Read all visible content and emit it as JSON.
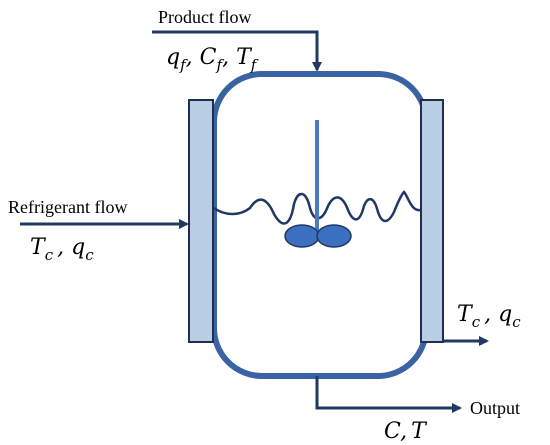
{
  "labels": {
    "product_flow": "Product flow",
    "product_vars": {
      "q": "q",
      "q_sub": "f",
      "c": "C",
      "c_sub": "f",
      "t": "T",
      "t_sub": "f",
      "sep": ","
    },
    "refrigerant_flow": "Refrigerant flow",
    "refrigerant_vars": {
      "t": "T",
      "t_sub": "c",
      "sep": ",",
      "q": "q",
      "q_sub": "c"
    },
    "coolant_out_vars": {
      "t": "T",
      "t_sub": "c",
      "sep": ",",
      "q": "q",
      "q_sub": "c"
    },
    "output": "Output",
    "output_vars": {
      "c": "C",
      "sep": ",",
      "t": "T"
    }
  },
  "colors": {
    "vessel_stroke": "#3a63a3",
    "jacket_fill": "#b9cde4",
    "jacket_stroke": "#1f2f4f",
    "arrow": "#1f3864",
    "liquid_line": "#1f3864",
    "impeller_fill": "#3b6fbf",
    "shaft": "#4a7bc4"
  }
}
